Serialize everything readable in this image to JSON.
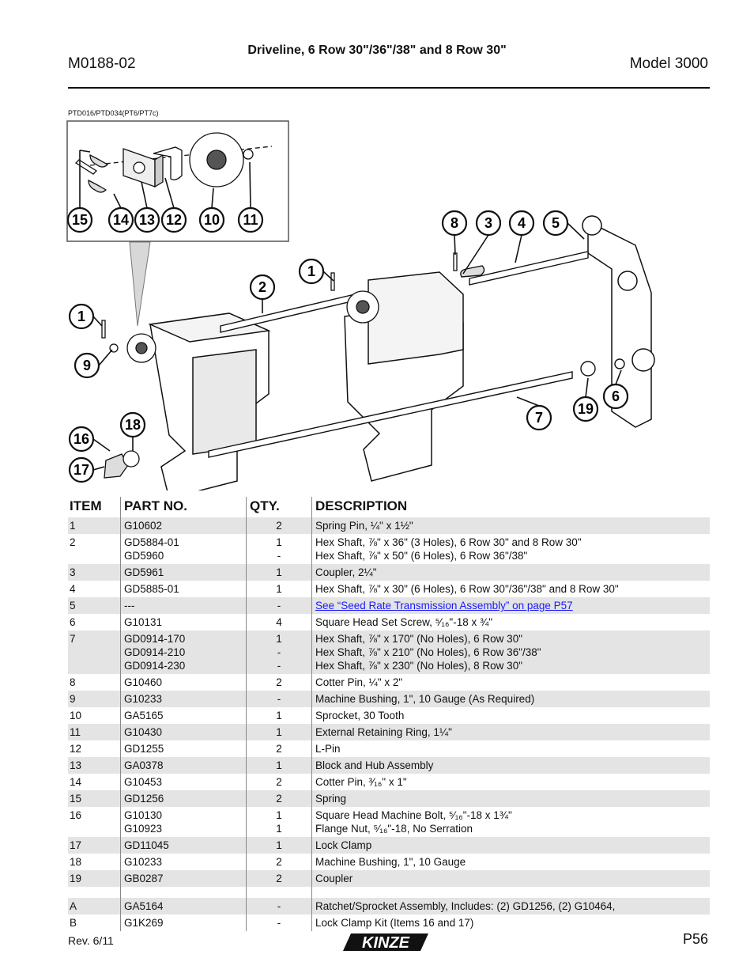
{
  "header": {
    "doc_number": "M0188-02",
    "title": "Driveline, 6 Row 30\"/36\"/38\" and 8 Row 30\"",
    "model": "Model 3000"
  },
  "figure": {
    "id": "PTD016/PTD034(PT6/PT7c)",
    "callouts": [
      "15",
      "14",
      "13",
      "12",
      "10",
      "11",
      "8",
      "3",
      "4",
      "5",
      "1",
      "2",
      "1",
      "9",
      "18",
      "16",
      "17",
      "7",
      "19",
      "6"
    ]
  },
  "table": {
    "headers": {
      "item": "ITEM",
      "part": "PART NO.",
      "qty": "QTY.",
      "desc": "DESCRIPTION"
    },
    "rows": [
      {
        "item": "1",
        "parts": [
          "G10602"
        ],
        "qtys": [
          "2"
        ],
        "descs": [
          "Spring Pin, ¼\" x 1½\""
        ]
      },
      {
        "item": "2",
        "parts": [
          "GD5884-01",
          "GD5960"
        ],
        "qtys": [
          "1",
          "-"
        ],
        "descs": [
          "Hex Shaft, ⅞\" x 36\" (3 Holes), 6 Row 30\" and 8 Row 30\"",
          "Hex Shaft, ⅞\" x 50\" (6 Holes), 6 Row 36\"/38\""
        ]
      },
      {
        "item": "3",
        "parts": [
          "GD5961"
        ],
        "qtys": [
          "1"
        ],
        "descs": [
          "Coupler, 2¼\""
        ]
      },
      {
        "item": "4",
        "parts": [
          "GD5885-01"
        ],
        "qtys": [
          "1"
        ],
        "descs": [
          "Hex Shaft, ⅞\" x 30\" (6 Holes), 6 Row 30\"/36\"/38\" and 8 Row 30\""
        ]
      },
      {
        "item": "5",
        "parts": [
          "---"
        ],
        "qtys": [
          "-"
        ],
        "descs": [
          "See “Seed Rate Transmission Assembly” on page P57"
        ],
        "link": true
      },
      {
        "item": "6",
        "parts": [
          "G10131"
        ],
        "qtys": [
          "4"
        ],
        "descs": [
          "Square Head Set Screw, ⁵⁄₁₆\"-18 x ¾\""
        ]
      },
      {
        "item": "7",
        "parts": [
          "GD0914-170",
          "GD0914-210",
          "GD0914-230"
        ],
        "qtys": [
          "1",
          "-",
          "-"
        ],
        "descs": [
          "Hex Shaft, ⅞\" x 170\" (No Holes), 6 Row 30\"",
          "Hex Shaft, ⅞\" x 210\" (No Holes), 6 Row 36\"/38\"",
          "Hex Shaft, ⅞\" x 230\" (No Holes), 8 Row 30\""
        ]
      },
      {
        "item": "8",
        "parts": [
          "G10460"
        ],
        "qtys": [
          "2"
        ],
        "descs": [
          "Cotter Pin, ¼\" x 2\""
        ]
      },
      {
        "item": "9",
        "parts": [
          "G10233"
        ],
        "qtys": [
          "-"
        ],
        "descs": [
          "Machine Bushing, 1\", 10 Gauge (As Required)"
        ]
      },
      {
        "item": "10",
        "parts": [
          "GA5165"
        ],
        "qtys": [
          "1"
        ],
        "descs": [
          "Sprocket, 30 Tooth"
        ]
      },
      {
        "item": "11",
        "parts": [
          "G10430"
        ],
        "qtys": [
          "1"
        ],
        "descs": [
          "External Retaining Ring, 1¼\""
        ]
      },
      {
        "item": "12",
        "parts": [
          "GD1255"
        ],
        "qtys": [
          "2"
        ],
        "descs": [
          "L-Pin"
        ]
      },
      {
        "item": "13",
        "parts": [
          "GA0378"
        ],
        "qtys": [
          "1"
        ],
        "descs": [
          "Block and Hub Assembly"
        ]
      },
      {
        "item": "14",
        "parts": [
          "G10453"
        ],
        "qtys": [
          "2"
        ],
        "descs": [
          "Cotter Pin, ³⁄₁₆\" x 1\""
        ]
      },
      {
        "item": "15",
        "parts": [
          "GD1256"
        ],
        "qtys": [
          "2"
        ],
        "descs": [
          "Spring"
        ]
      },
      {
        "item": "16",
        "parts": [
          "G10130",
          "G10923"
        ],
        "qtys": [
          "1",
          "1"
        ],
        "descs": [
          "Square Head Machine Bolt, ⁵⁄₁₆\"-18 x 1¾\"",
          "Flange Nut, ⁵⁄₁₆\"-18, No Serration"
        ]
      },
      {
        "item": "17",
        "parts": [
          "GD11045"
        ],
        "qtys": [
          "1"
        ],
        "descs": [
          "Lock Clamp"
        ]
      },
      {
        "item": "18",
        "parts": [
          "G10233"
        ],
        "qtys": [
          "2"
        ],
        "descs": [
          "Machine Bushing, 1\", 10 Gauge"
        ]
      },
      {
        "item": "19",
        "parts": [
          "GB0287"
        ],
        "qtys": [
          "2"
        ],
        "descs": [
          "Coupler"
        ]
      }
    ],
    "kits": [
      {
        "item": "A",
        "parts": [
          "GA5164"
        ],
        "qtys": [
          "-"
        ],
        "descs": [
          "Ratchet/Sprocket Assembly, Includes: (2) GD1256, (2) G10464,"
        ]
      },
      {
        "item": "B",
        "parts": [
          "G1K269"
        ],
        "qtys": [
          "-"
        ],
        "descs": [
          "Lock Clamp Kit (Items 16 and 17)"
        ]
      }
    ]
  },
  "footer": {
    "revision": "Rev. 6/11",
    "brand": "KINZE",
    "page": "P56"
  }
}
